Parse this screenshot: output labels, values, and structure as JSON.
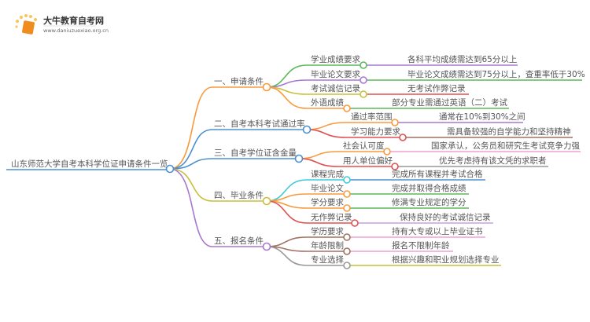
{
  "logo": {
    "title": "大牛教育自考网",
    "url": "www.daniuzuexiao.org.cn"
  },
  "root": "山东师范大学自考本科学位证申请条件一览",
  "branches": [
    {
      "label": "一、申请条件",
      "color": "#f89a3c",
      "children": [
        {
          "label": "学业成绩要求",
          "detail": "各科平均成绩需达到65分以上"
        },
        {
          "label": "毕业论文要求",
          "detail": "毕业论文成绩需达到75分以上，查重率低于30%"
        },
        {
          "label": "考试诚信记录",
          "detail": "无考试作弊记录"
        },
        {
          "label": "外语成绩",
          "detail": "部分专业需通过英语（二）考试"
        }
      ]
    },
    {
      "label": "二、自考本科考试通过率",
      "color": "#4a90d0",
      "children": [
        {
          "label": "通过率范围",
          "detail": "通常在10%到30%之间"
        },
        {
          "label": "学习能力要求",
          "detail": "需具备较强的自学能力和坚持精神"
        }
      ]
    },
    {
      "label": "三、自考学位证含金量",
      "color": "#4a90d0",
      "children": [
        {
          "label": "社会认可度",
          "detail": "国家承认，公务员和研究生考试竞争力强"
        },
        {
          "label": "用人单位偏好",
          "detail": "优先考虑持有该文凭的求职者"
        }
      ]
    },
    {
      "label": "四、毕业条件",
      "color": "#c8c03c",
      "children": [
        {
          "label": "课程完成",
          "detail": "完成所有课程并考试合格"
        },
        {
          "label": "毕业论文",
          "detail": "完成并取得合格成绩"
        },
        {
          "label": "学分要求",
          "detail": "修满专业规定的学分"
        },
        {
          "label": "无作弊记录",
          "detail": "保持良好的考试诚信记录"
        }
      ]
    },
    {
      "label": "五、报名条件",
      "color": "#a878d0",
      "children": [
        {
          "label": "学历要求",
          "detail": "持有大专或以上毕业证书"
        },
        {
          "label": "年龄限制",
          "detail": "报名不限制年龄"
        },
        {
          "label": "专业选择",
          "detail": "根据兴趣和职业规划选择专业"
        }
      ]
    }
  ]
}
